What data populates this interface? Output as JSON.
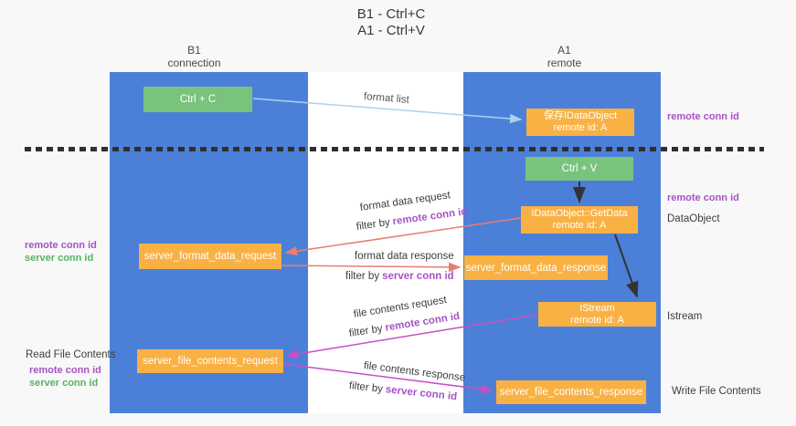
{
  "title": {
    "line1": "B1 - Ctrl+C",
    "line2": "A1 - Ctrl+V"
  },
  "left_column": {
    "header1": "B1",
    "header2": "connection"
  },
  "right_column": {
    "header1": "A1",
    "header2": "remote"
  },
  "nodes": {
    "ctrl_c": "Ctrl + C",
    "ctrl_v": "Ctrl + V",
    "store_obj_line1": "保存IDataObject",
    "store_obj_line2": "remote id: A",
    "getdata_line1": "IDataObject::GetData",
    "getdata_line2": "remote id: A",
    "istream_line1": "IStream",
    "istream_line2": "remote id: A",
    "fmt_request": "server_format_data_request",
    "fmt_response": "server_format_data_response",
    "file_request": "server_file_contents_request",
    "file_response": "server_file_contents_response"
  },
  "annotations": {
    "format_list": "format list",
    "remote_conn_id": "remote conn id",
    "server_conn_id": "server conn id",
    "dataobject": "DataObject",
    "istream": "Istream",
    "read_file_contents": "Read File Contents",
    "write_file_contents": "Write File Contents",
    "filter_by": "filter by",
    "format_data_request": "format data request",
    "format_data_response": "format data response",
    "file_contents_request": "file contents request",
    "file_contents_response": "file contents response"
  },
  "colors": {
    "column_blue": "#4c80d8",
    "node_green": "#79c37d",
    "node_orange": "#f9b143",
    "arrow_salmon": "#e87d72",
    "arrow_magenta": "#c94fc4",
    "arrow_lightblue": "#a9d3ee",
    "arrow_black": "#333333",
    "text_purple": "#a653c4",
    "text_green": "#55b364"
  }
}
